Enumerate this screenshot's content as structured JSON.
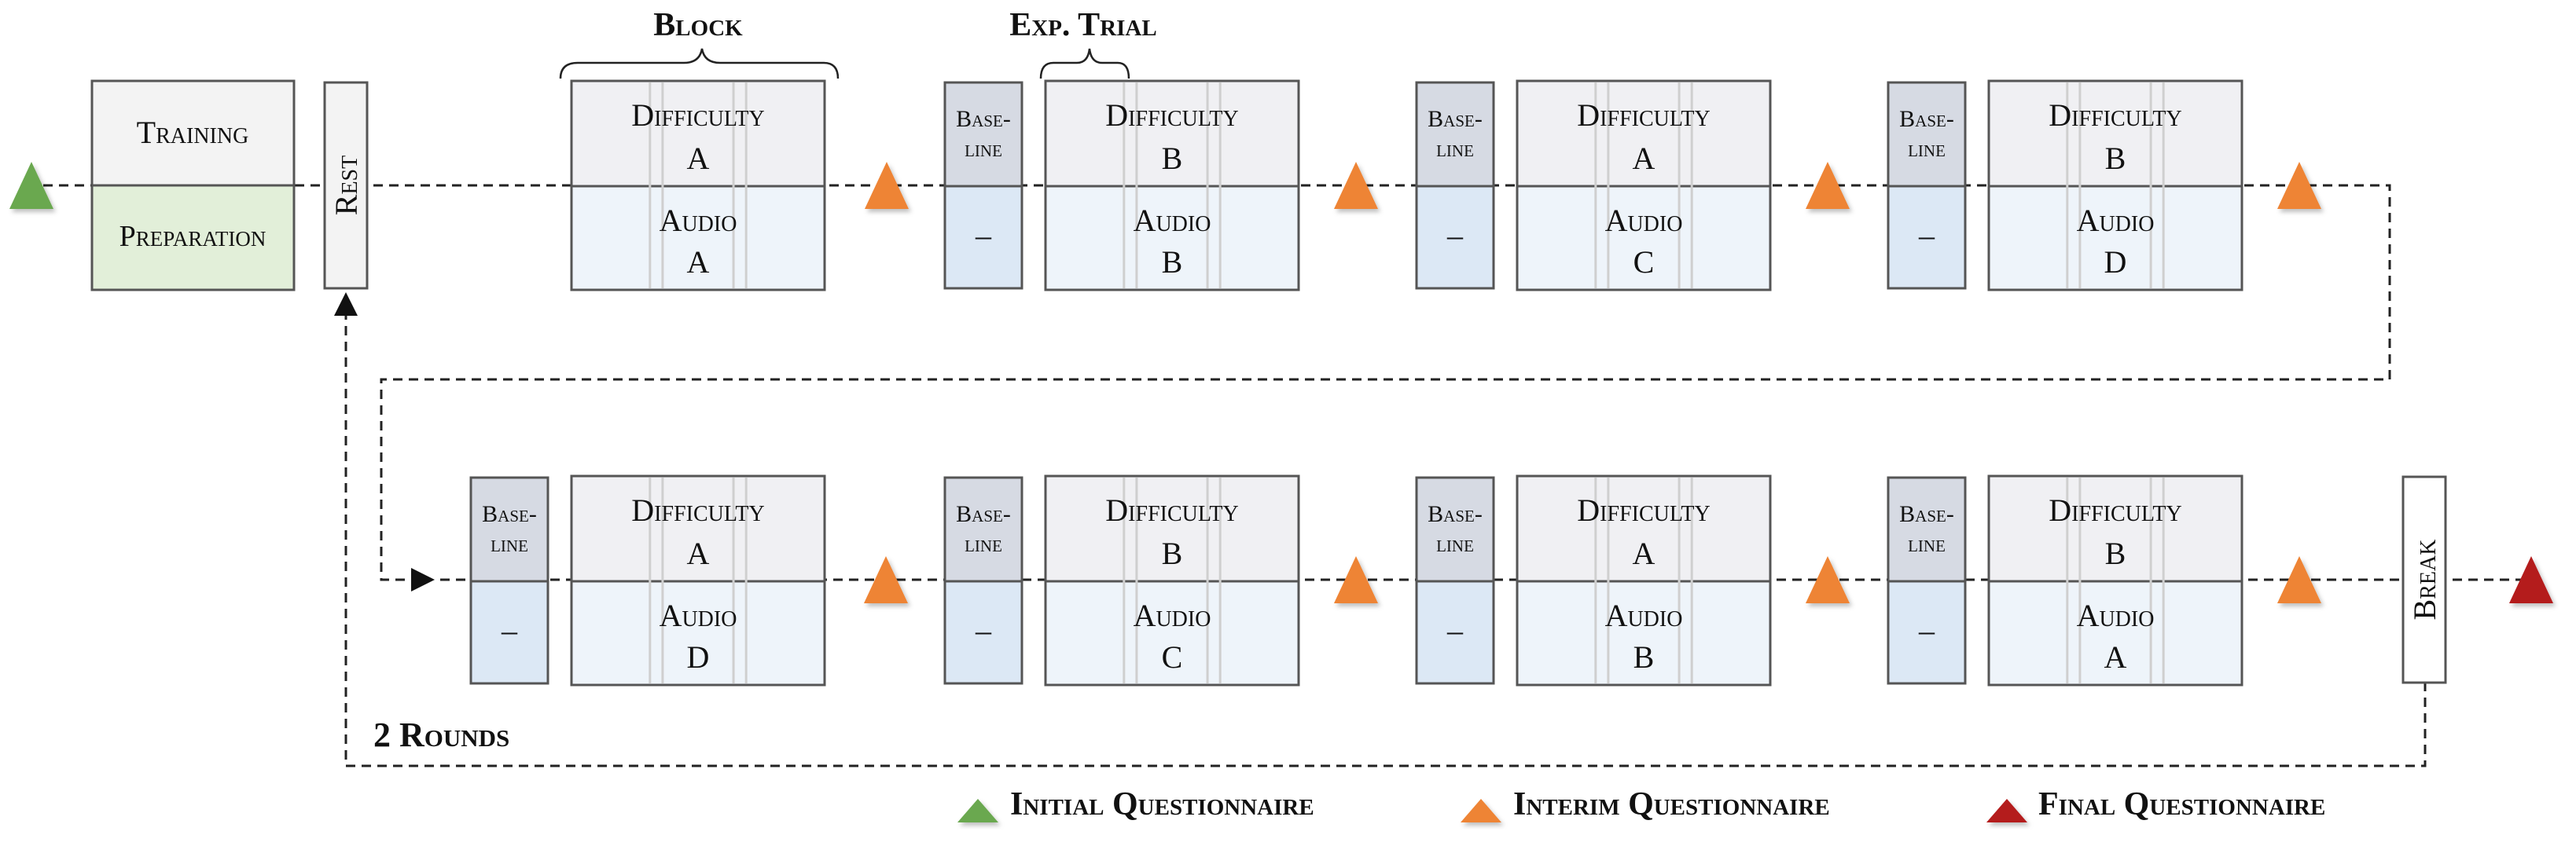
{
  "header": {
    "block_label": "Block",
    "exp_trial_label": "Exp. Trial"
  },
  "intro": {
    "training_label": "Training",
    "preparation_label": "Preparation",
    "rest_label": "Rest"
  },
  "labels": {
    "difficulty": "Difficulty",
    "audio": "Audio",
    "baseline_top": "Base-",
    "baseline_bottom": "line",
    "baseline_value": "–",
    "break_label": "Break"
  },
  "row1_blocks": [
    {
      "difficulty": "A",
      "audio": "A",
      "has_baseline": false
    },
    {
      "difficulty": "B",
      "audio": "B",
      "has_baseline": true
    },
    {
      "difficulty": "A",
      "audio": "C",
      "has_baseline": true
    },
    {
      "difficulty": "B",
      "audio": "D",
      "has_baseline": true
    }
  ],
  "row2_blocks": [
    {
      "difficulty": "A",
      "audio": "D",
      "has_baseline": true
    },
    {
      "difficulty": "B",
      "audio": "C",
      "has_baseline": true
    },
    {
      "difficulty": "A",
      "audio": "B",
      "has_baseline": true
    },
    {
      "difficulty": "B",
      "audio": "A",
      "has_baseline": true
    }
  ],
  "rounds_label": "2 Rounds",
  "legend": {
    "initial": "Initial Questionnaire",
    "interim": "Interim Questionnaire",
    "final": "Final Questionnaire"
  },
  "colors": {
    "initial": "#6aa84f",
    "interim": "#ee8434",
    "final": "#b41f1f",
    "training_bg": "#f3f3f3",
    "preparation_bg": "#e2efd9",
    "difficulty_bg": "#f0f0f3",
    "audio_bg": "#eef4fa",
    "baseline_top_bg": "#d6dae3",
    "baseline_bottom_bg": "#dce8f5"
  }
}
